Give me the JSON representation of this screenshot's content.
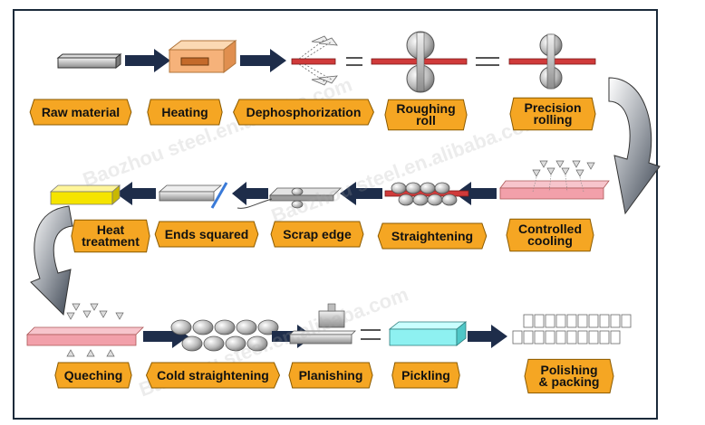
{
  "colors": {
    "label_fill": "#f5a623",
    "label_stroke": "#8a5a00",
    "arrow_navy": "#1e2d4a",
    "strip_red": "#d03a3a",
    "border": "#1b2a3a"
  },
  "steps": [
    {
      "id": "raw-material",
      "label": "Raw material"
    },
    {
      "id": "heating",
      "label": "Heating"
    },
    {
      "id": "dephosphorization",
      "label": "Dephosphorization"
    },
    {
      "id": "roughing-roll",
      "label": "Roughing\nroll"
    },
    {
      "id": "precision-rolling",
      "label": "Precision\nrolling"
    },
    {
      "id": "controlled-cooling",
      "label": "Controlled\ncooling"
    },
    {
      "id": "straightening",
      "label": "Straightening"
    },
    {
      "id": "scrap-edge",
      "label": "Scrap edge"
    },
    {
      "id": "ends-squared",
      "label": "Ends squared"
    },
    {
      "id": "heat-treatment",
      "label": "Heat\ntreatment"
    },
    {
      "id": "queching",
      "label": "Queching"
    },
    {
      "id": "cold-straightening",
      "label": "Cold straightening"
    },
    {
      "id": "planishing",
      "label": "Planishing"
    },
    {
      "id": "pickling",
      "label": "Pickling"
    },
    {
      "id": "polishing-packing",
      "label": "Polishing\n& packing"
    }
  ],
  "watermarks": [
    "Baozhou steel.en.alibaba.com",
    "Baozhou steel.en.alibaba.com",
    "Baozhou steel.en.alibaba.com"
  ]
}
